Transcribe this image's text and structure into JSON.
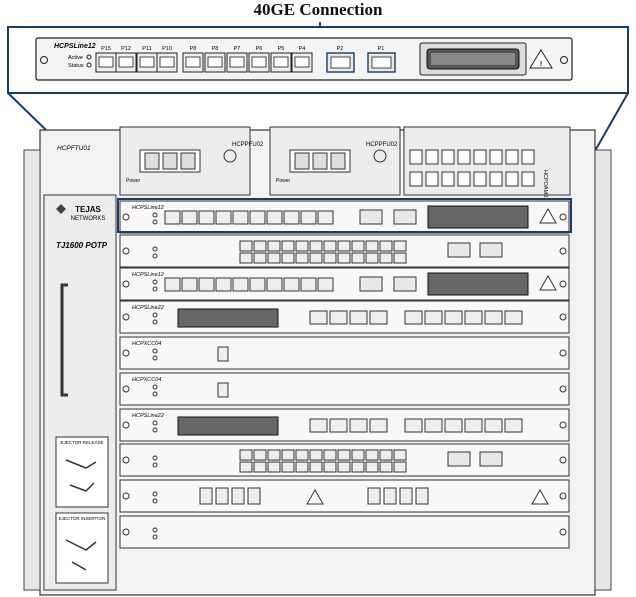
{
  "annotation": {
    "title": "40GE Connection"
  },
  "zoom_card": {
    "name": "HCPSLine12",
    "leds": [
      "Active",
      "Status"
    ],
    "sfp_ports": [
      "P15",
      "P12",
      "P11",
      "P10",
      "P8",
      "P8",
      "P7",
      "P6",
      "P5",
      "P4"
    ],
    "qsfp_ports": [
      "P2",
      "P1"
    ]
  },
  "chassis": {
    "fan_unit": "HCPFTU01",
    "psu": [
      "HCPPFU02",
      "HCPPFU02"
    ],
    "psu_power_label": "Power",
    "brand": [
      "TEJAS",
      "NETWORKS"
    ],
    "model": "TJ1600 POTP",
    "alarm_panel": "HCPOAM01",
    "slots": [
      "HCPSLine12",
      "",
      "HCPSLine12",
      "HCPSLine22",
      "HCPXCC04",
      "HCPXCC04",
      "HCPSLine22",
      "",
      "",
      ""
    ],
    "ejector_labels": [
      "EJECTOR RELEASE",
      "EJECTOR INSERTION"
    ]
  }
}
